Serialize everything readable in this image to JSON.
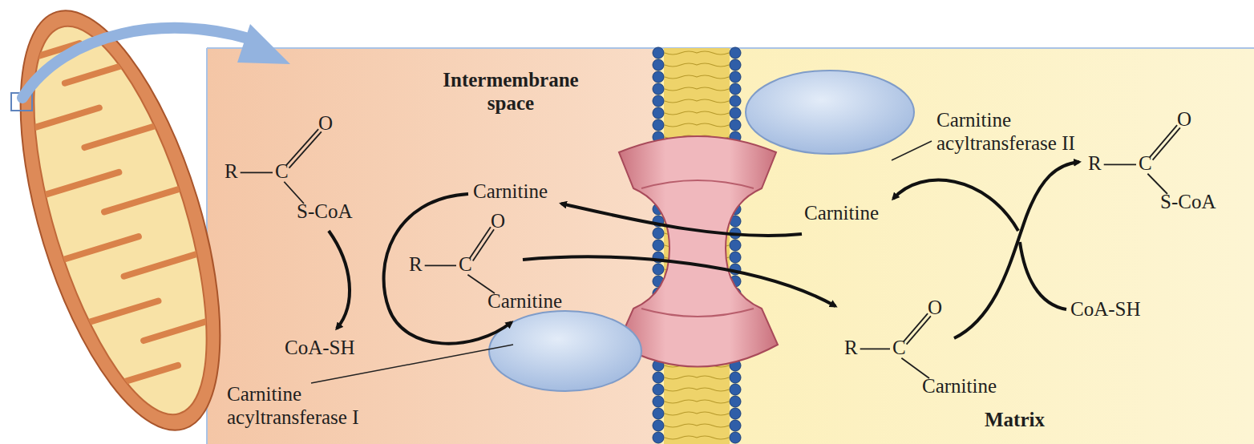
{
  "diagram": {
    "labels": [
      "Intermembrane space",
      "O",
      "R",
      "C",
      "S-CoA",
      "Carnitine",
      "O",
      "R",
      "C",
      "Carnitine",
      "CoA-SH",
      "Carnitine acyltransferase I",
      "Carnitine acyltransferase II",
      "O",
      "R",
      "C",
      "S-CoA",
      "Carnitine",
      "O",
      "R",
      "C",
      "Carnitine",
      "CoA-SH",
      "Matrix"
    ]
  }
}
